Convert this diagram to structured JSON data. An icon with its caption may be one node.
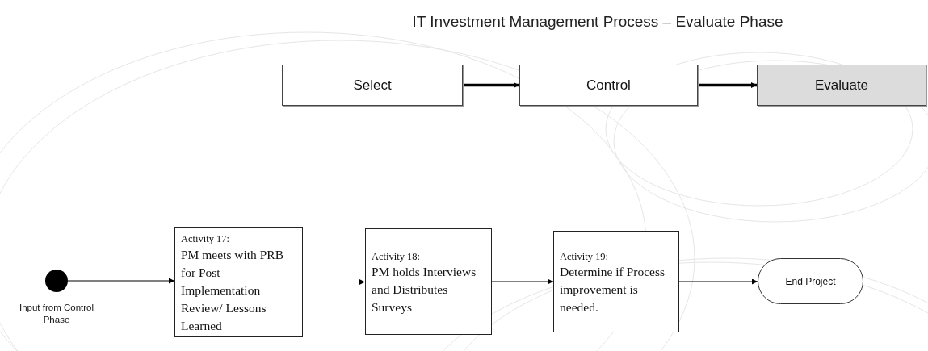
{
  "diagram": {
    "title": "IT Investment Management Process – Evaluate Phase",
    "nodes": [
      {
        "text": [
          "Select"
        ]
      },
      {
        "text": [
          "Control"
        ]
      },
      {
        "text": [
          "Evaluate"
        ]
      },
      {
        "text": [],
        "shape": "circle",
        "beside": [
          "Input from Control Phase"
        ]
      },
      {
        "text": [
          "Activity 17:",
          "PM meets with PRB for Post Implementation Review/ Lessons Learned"
        ]
      },
      {
        "text": [
          "Activity 18:",
          "PM holds Interviews and Distributes Surveys"
        ]
      },
      {
        "text": [
          "Activity 19:",
          "Determine if Process improvement is needed."
        ]
      },
      {
        "text": [
          "End Project"
        ]
      }
    ],
    "edges": [
      {
        "from": 0,
        "to": 1,
        "arrow": "to",
        "style": "thick"
      },
      {
        "from": 1,
        "to": 2,
        "arrow": "to",
        "style": "thick"
      },
      {
        "from": 3,
        "to": 4,
        "arrow": "to"
      },
      {
        "from": 4,
        "to": 5,
        "arrow": "to"
      },
      {
        "from": 5,
        "to": 6,
        "arrow": "to"
      },
      {
        "from": 6,
        "to": 7,
        "arrow": "to"
      }
    ]
  }
}
